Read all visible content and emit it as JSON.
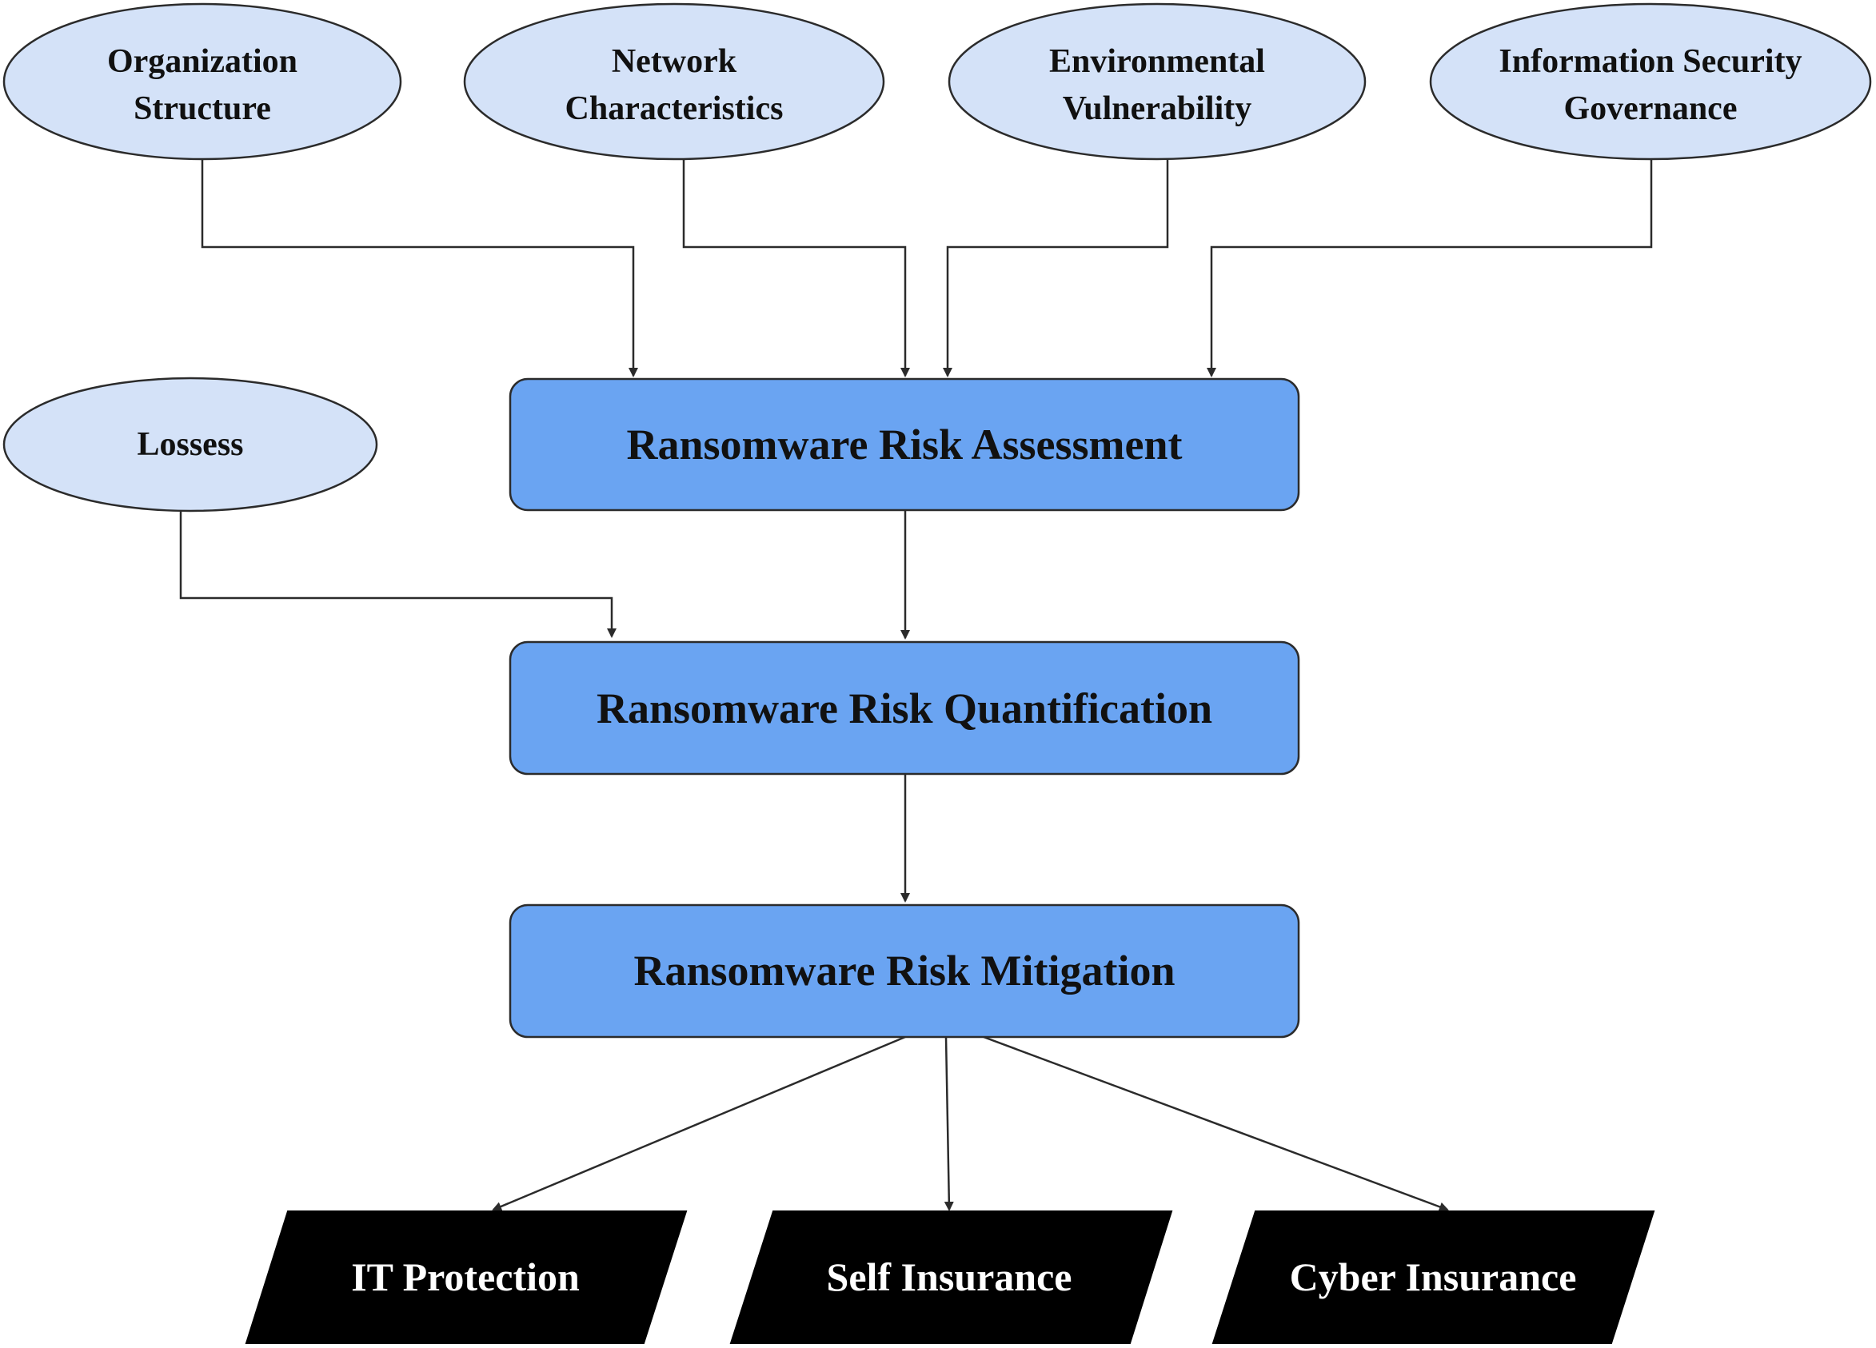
{
  "inputs": {
    "organization_structure": [
      "Organization",
      "Structure"
    ],
    "network_characteristics": [
      "Network",
      "Characteristics"
    ],
    "environmental_vulnerability": [
      "Environmental",
      "Vulnerability"
    ],
    "information_security_governance": [
      "Information Security",
      "Governance"
    ],
    "losses": "Lossess"
  },
  "process": {
    "assessment": "Ransomware Risk Assessment",
    "quantification": "Ransomware Risk Quantification",
    "mitigation": "Ransomware Risk Mitigation"
  },
  "outputs": {
    "it_protection": "IT Protection",
    "self_insurance": "Self Insurance",
    "cyber_insurance": "Cyber Insurance"
  },
  "colors": {
    "ellipse_fill": "#d4e2f8",
    "process_fill": "#6aa4f2",
    "output_fill": "#000000",
    "line": "#2b2b2b"
  }
}
